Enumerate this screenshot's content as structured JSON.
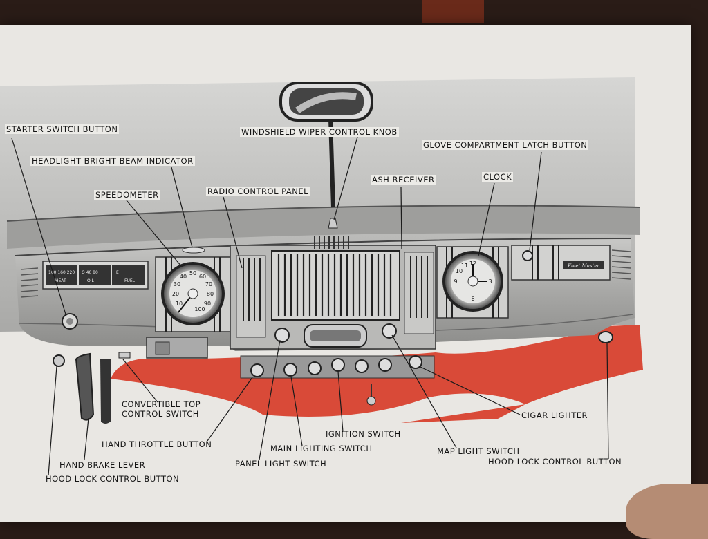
{
  "labels": {
    "starter": "STARTER SWITCH BUTTON",
    "headlight": "HEADLIGHT BRIGHT BEAM INDICATOR",
    "speedometer": "SPEEDOMETER",
    "radio": "RADIO CONTROL PANEL",
    "wiper": "WINDSHIELD WIPER CONTROL KNOB",
    "ash": "ASH RECEIVER",
    "clock": "CLOCK",
    "glove": "GLOVE COMPARTMENT LATCH BUTTON",
    "convertible_line1": "CONVERTIBLE TOP",
    "convertible_line2": "CONTROL SWITCH",
    "throttle": "HAND THROTTLE BUTTON",
    "brake": "HAND BRAKE LEVER",
    "hood_left": "HOOD LOCK CONTROL BUTTON",
    "panel_light": "PANEL LIGHT SWITCH",
    "main_lighting": "MAIN LIGHTING SWITCH",
    "ignition": "IGNITION SWITCH",
    "map_light": "MAP LIGHT SWITCH",
    "cigar": "CIGAR LIGHTER",
    "hood_right": "HOOD LOCK CONTROL BUTTON"
  },
  "speedometer_numerals": [
    "10",
    "20",
    "30",
    "40",
    "50",
    "60",
    "70",
    "80",
    "90",
    "100"
  ],
  "clock_numerals": [
    "12",
    "3",
    "6",
    "9",
    "10",
    "11"
  ],
  "gauge_labels": [
    "100 160 220",
    "HEAT",
    "O 40 80",
    "OIL",
    "E",
    "FUEL"
  ],
  "glovebox_badge": "Fleet Master",
  "colors": {
    "paper": "#e9e7e3",
    "red": "#d94a38",
    "dash": "#bcbcbc"
  }
}
